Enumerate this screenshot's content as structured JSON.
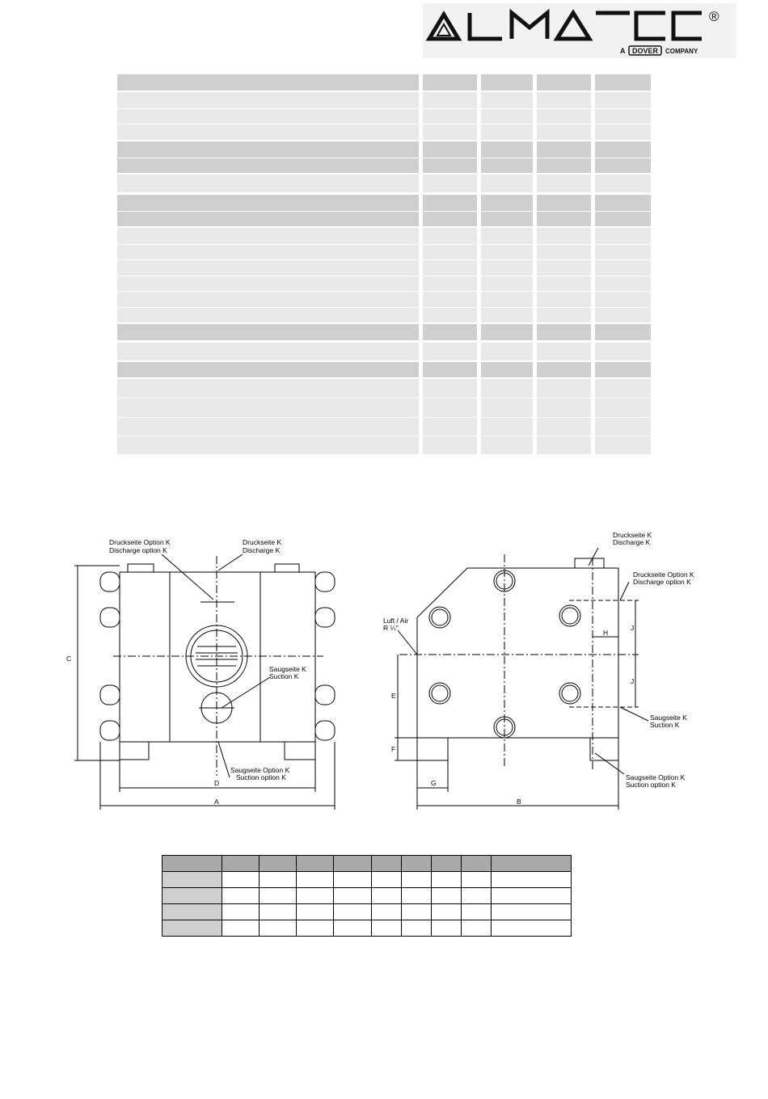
{
  "logo": {
    "wordmark": "ALMATEC",
    "registered": "®",
    "tagline_a": "A",
    "tagline_brand": "DOVER",
    "tagline_company": "COMPANY"
  },
  "spec_table": {
    "rows": [
      {
        "shade": "dark",
        "sub_lines": 1
      },
      {
        "shade": "light",
        "sub_lines": 3
      },
      {
        "shade": "dark",
        "sub_lines": 2
      },
      {
        "shade": "light",
        "sub_lines": 1
      },
      {
        "shade": "dark",
        "sub_lines": 2
      },
      {
        "shade": "light",
        "sub_lines": 6
      },
      {
        "shade": "dark",
        "sub_lines": 1
      },
      {
        "shade": "light",
        "sub_lines": 1
      },
      {
        "shade": "dark",
        "sub_lines": 1
      },
      {
        "shade": "light",
        "sub_lines": 4
      }
    ]
  },
  "drawing": {
    "front": {
      "discharge_option_de": "Druckseite Option K",
      "discharge_option_en": "Discharge option   K",
      "discharge_de": "Druckseite K",
      "discharge_en": "Discharge  K",
      "suction_de": "Saugseite K",
      "suction_en": "Suction      K",
      "suction_option_de": "Saugseite Option K",
      "suction_option_en": "Suction option     K",
      "dim_c": "C",
      "dim_d": "D",
      "dim_a": "A"
    },
    "side": {
      "discharge_de": "Druckseite K",
      "discharge_en": "Discharge  K",
      "discharge_option_de": "Druckseite Option K",
      "discharge_option_en": "Discharge option   K",
      "air_label": "Luft / Air",
      "air_thread": "R ¼\"",
      "suction_de": "Saugseite K",
      "suction_en": "Suction      K",
      "suction_option_de": "Saugseite Option K",
      "suction_option_en": "Suction option     K",
      "dim_e": "E",
      "dim_f": "F",
      "dim_g": "G",
      "dim_h": "H",
      "dim_j1": "J",
      "dim_j2": "J",
      "dim_b": "B"
    }
  },
  "dimension_table": {
    "rows": 5,
    "columns": 10
  }
}
